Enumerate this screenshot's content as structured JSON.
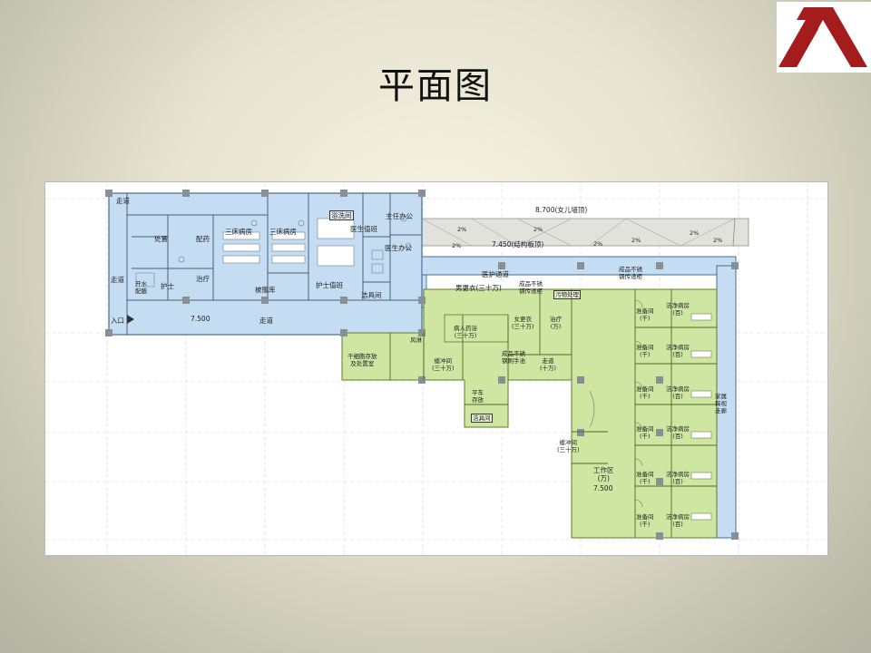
{
  "slide": {
    "title": "平面图",
    "logo_icon": "triangle-stripes-logo",
    "colors": {
      "clean_blue": "#c5ddf2",
      "clean_green": "#cfe6a3",
      "roof_grey": "#e2e2dc",
      "logo_red": "#a51c1c"
    }
  },
  "plan": {
    "labels": {
      "corridor_top": "走道",
      "corridor_left": "走道",
      "disposal": "处置",
      "dispensing": "配药",
      "treatment": "治疗",
      "boiling_water": "开水\n配膳",
      "nurse": "护士",
      "ward_3bed_a": "三床病房",
      "ward_3bed_b": "三床病房",
      "bedding_store": "被服库",
      "nurse_station": "护士值班",
      "doctor_duty": "医生值班",
      "director_office": "主任办公",
      "doctor_office": "医生办公",
      "clean_utility_1": "洁具间",
      "entrance": "入口",
      "elev_left": "7.500",
      "corridor_bottom": "走道",
      "roof_top": "8.700(女儿墙顶)",
      "roof_struct": "7.450(结构板顶)",
      "slope": "2%",
      "med_corridor": "医护通道",
      "male_change": "男更衣(三十万)",
      "ss_pass_1": "成品不锈\n钢传递柜",
      "dirty_disposal": "污物处理",
      "ss_pass_2": "成品不锈\n钢传递柜",
      "patient_shower": "病人药浴\n(三十万)",
      "female_change": "女更衣\n(三十万)",
      "treatment_wan": "治疗\n(万)",
      "dry_dressing": "干细胞存放\n及处置室",
      "air_shower": "风淋",
      "buffer_300k": "缓冲间\n(三十万)",
      "ss_handwash": "成品不锈\n钢刷手池",
      "corridor_100k": "走道\n(十万)",
      "cart_store": "平车\n存放",
      "clean_utility_2": "洁具间",
      "buffer_2": "缓冲间\n(三十万)",
      "work_area": "工作区\n(万)",
      "elev_right": "7.500",
      "prep_room": "准备间\n(千)",
      "clean_ward": "洁净病房\n(百)",
      "family_corridor": "家属\n探视\n走廊"
    }
  }
}
